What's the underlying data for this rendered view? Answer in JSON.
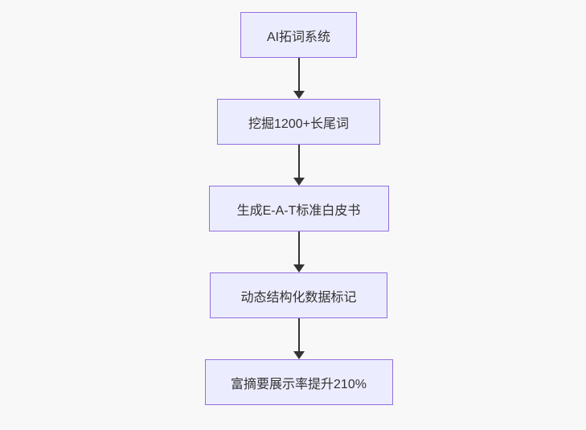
{
  "diagram": {
    "type": "flowchart",
    "direction": "top-down",
    "nodes": [
      {
        "id": "step-1",
        "label": "AI拓词系统"
      },
      {
        "id": "step-2",
        "label": "挖掘1200+长尾词"
      },
      {
        "id": "step-3",
        "label": "生成E-A-T标准白皮书"
      },
      {
        "id": "step-4",
        "label": "动态结构化数据标记"
      },
      {
        "id": "step-5",
        "label": "富摘要展示率提升210%"
      }
    ],
    "edges": [
      {
        "from": "step-1",
        "to": "step-2"
      },
      {
        "from": "step-2",
        "to": "step-3"
      },
      {
        "from": "step-3",
        "to": "step-4"
      },
      {
        "from": "step-4",
        "to": "step-5"
      }
    ],
    "colors": {
      "background": "#f8f8f8",
      "node_fill": "#ECECFF",
      "node_border": "#9370DB",
      "text": "#333333",
      "arrow": "#333333"
    }
  }
}
